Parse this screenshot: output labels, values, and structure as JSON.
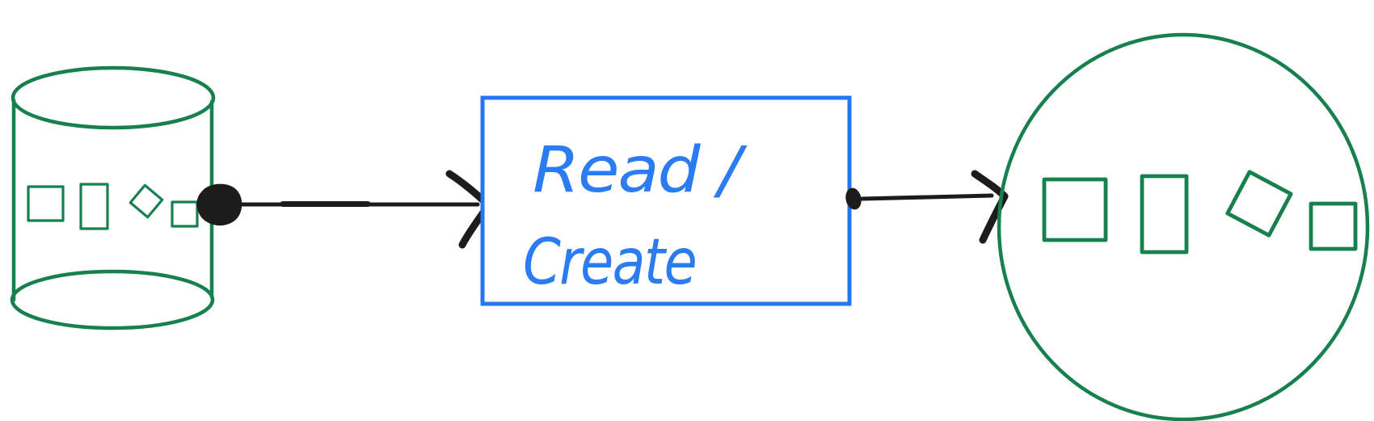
{
  "colors": {
    "green": "#17804f",
    "blue": "#2478ef",
    "textBlue": "#2b7cf0",
    "ink": "#1c1c1c"
  },
  "process_box": {
    "label_line1": "Read /",
    "label_line2": "Create",
    "label_full": "Read / Create"
  },
  "diagram": {
    "nodes": [
      {
        "name": "database-cylinder",
        "shape": "cylinder",
        "color": "green",
        "record_squares": 4
      },
      {
        "name": "read-create-box",
        "shape": "rectangle",
        "color": "blue",
        "label": "Read / Create"
      },
      {
        "name": "records-circle",
        "shape": "circle",
        "color": "green",
        "record_squares": 4
      }
    ],
    "connectors": [
      {
        "from": "database-cylinder",
        "to": "read-create-box",
        "style": "hand-drawn-arrow"
      },
      {
        "from": "read-create-box",
        "to": "records-circle",
        "style": "hand-drawn-arrow"
      }
    ]
  }
}
